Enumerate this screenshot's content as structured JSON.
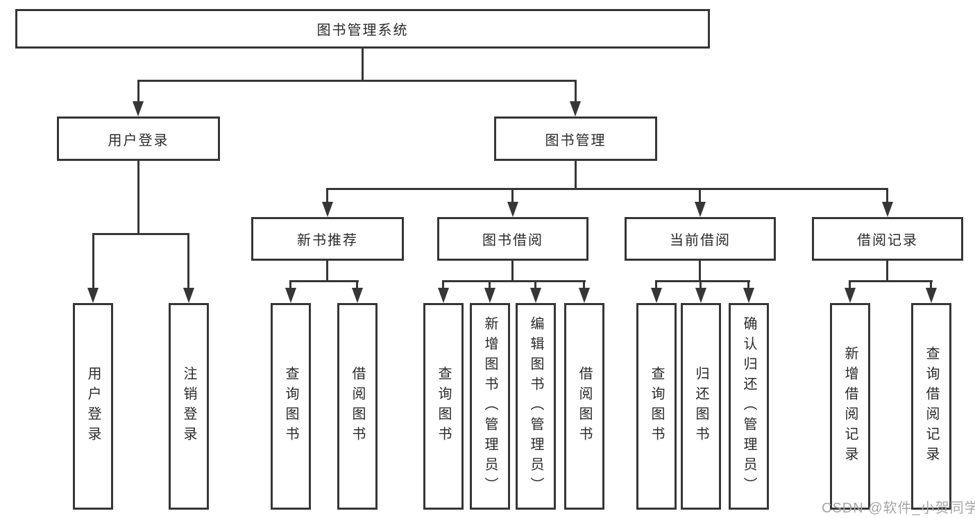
{
  "title": "图书管理系统",
  "watermark": "CSDN @软件_小贺同学",
  "colors": {
    "line": "#363636",
    "text": "#2a2a2a",
    "watermark": "#a6a6a6",
    "background": "#ffffff"
  },
  "nodes": {
    "root": {
      "label": "图书管理系统"
    },
    "user_login": {
      "label": "用户登录"
    },
    "book_mgmt": {
      "label": "图书管理"
    },
    "new_book_rec": {
      "label": "新书推荐"
    },
    "book_borrow": {
      "label": "图书借阅"
    },
    "current_borrow": {
      "label": "当前借阅"
    },
    "borrow_records": {
      "label": "借阅记录"
    },
    "leaf_user_login": {
      "label": "用户登录"
    },
    "leaf_logout": {
      "label": "注销登录"
    },
    "leaf_nbr_query": {
      "label": "查询图书"
    },
    "leaf_nbr_borrow": {
      "label": "借阅图书"
    },
    "leaf_bb_query": {
      "label": "查询图书"
    },
    "leaf_bb_add": {
      "label": "新增图书（管理员）"
    },
    "leaf_bb_edit": {
      "label": "编辑图书（管理员）"
    },
    "leaf_bb_borrow": {
      "label": "借阅图书"
    },
    "leaf_cb_query": {
      "label": "查询图书"
    },
    "leaf_cb_return": {
      "label": "归还图书"
    },
    "leaf_cb_confirm": {
      "label": "确认归还（管理员）"
    },
    "leaf_br_add": {
      "label": "新增借阅记录"
    },
    "leaf_br_query": {
      "label": "查询借阅记录"
    }
  },
  "hierarchy": {
    "label": "图书管理系统",
    "children": [
      {
        "label": "用户登录",
        "children": [
          {
            "label": "用户登录"
          },
          {
            "label": "注销登录"
          }
        ]
      },
      {
        "label": "图书管理",
        "children": [
          {
            "label": "新书推荐",
            "children": [
              {
                "label": "查询图书"
              },
              {
                "label": "借阅图书"
              }
            ]
          },
          {
            "label": "图书借阅",
            "children": [
              {
                "label": "查询图书"
              },
              {
                "label": "新增图书（管理员）"
              },
              {
                "label": "编辑图书（管理员）"
              },
              {
                "label": "借阅图书"
              }
            ]
          },
          {
            "label": "当前借阅",
            "children": [
              {
                "label": "查询图书"
              },
              {
                "label": "归还图书"
              },
              {
                "label": "确认归还（管理员）"
              }
            ]
          },
          {
            "label": "借阅记录",
            "children": [
              {
                "label": "新增借阅记录"
              },
              {
                "label": "查询借阅记录"
              }
            ]
          }
        ]
      }
    ]
  }
}
